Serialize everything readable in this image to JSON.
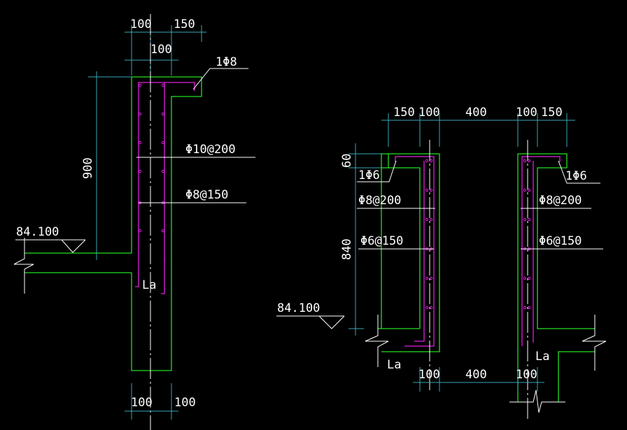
{
  "left_detail": {
    "top_dims": [
      "100",
      "150"
    ],
    "mid_dim": "100",
    "bar_top": "1Φ8",
    "height_dim": "900",
    "horiz_bar": "Φ10@200",
    "vert_bar": "Φ8@150",
    "elevation": "84.100",
    "anchor": "La",
    "bottom_dims": [
      "100",
      "100"
    ]
  },
  "right_detail": {
    "top_dims": [
      "150",
      "100",
      "400",
      "100",
      "150"
    ],
    "dim_60": "60",
    "dim_840": "840",
    "bar_left_top": "1Φ6",
    "bar_right_top": "1Φ6",
    "horiz_left": "Φ8@200",
    "horiz_right": "Φ8@200",
    "vert_left": "Φ6@150",
    "vert_right": "Φ6@150",
    "elevation": "84.100",
    "anchor_left": "La",
    "anchor_right": "La",
    "bottom_dims": [
      "100",
      "400",
      "100"
    ]
  }
}
